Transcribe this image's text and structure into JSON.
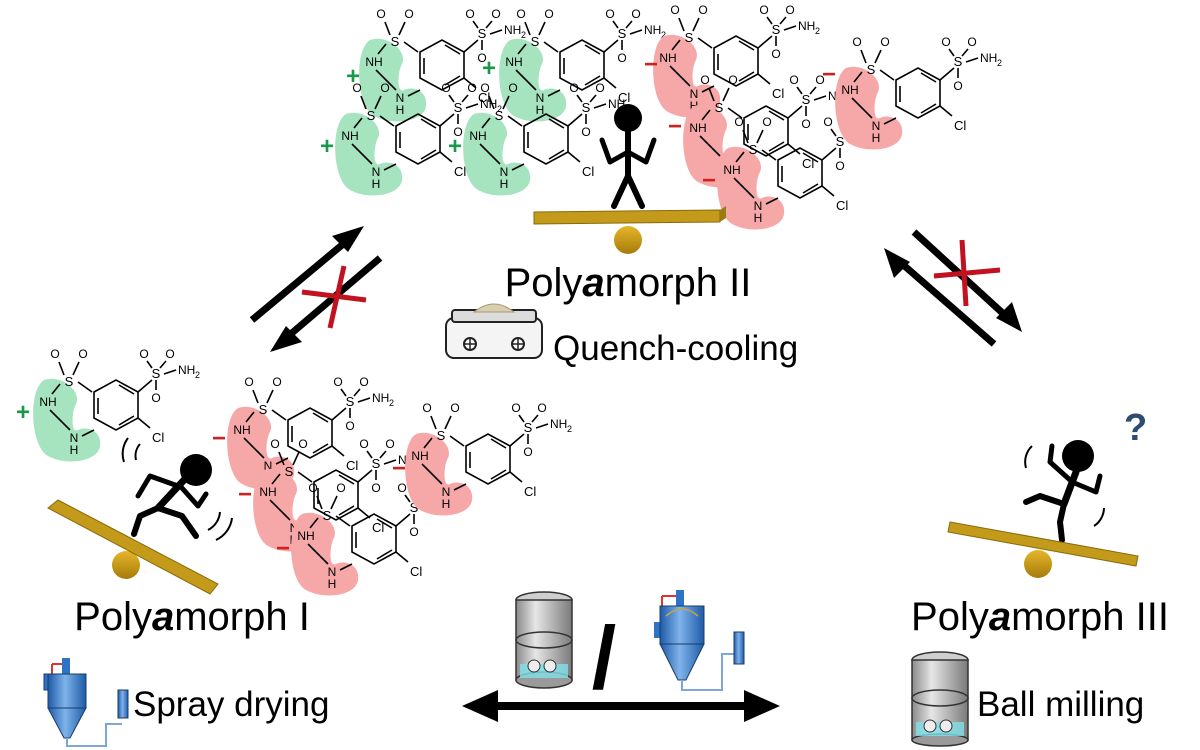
{
  "polyamorphs": {
    "one": {
      "prefix": "Poly",
      "emph": "a",
      "suffix": "morph I",
      "method": "Spray drying"
    },
    "two": {
      "prefix": "Poly",
      "emph": "a",
      "suffix": "morph II",
      "method": "Quench-cooling"
    },
    "three": {
      "prefix": "Poly",
      "emph": "a",
      "suffix": "morph III",
      "method": "Ball milling"
    }
  },
  "atoms": {
    "sulfur": "S",
    "oxygen": "O",
    "amine_nh": "NH",
    "amine_h": "H",
    "amine_n": "N",
    "chlorine": "Cl",
    "sulfonamide_nh2": "NH",
    "subscript_2": "2"
  },
  "signs": {
    "positive": "+",
    "negative": "−"
  },
  "unknown_mark": "?",
  "separator": "/",
  "colors": {
    "positive_highlight": "#a6e3bf",
    "negative_highlight": "#f6a8a8",
    "positive_sign": "#1a9a48",
    "negative_sign": "#cc2222",
    "cross": "#c1121f",
    "seesaw_plank": "#c49a1a",
    "seesaw_pivot": "#d4a215",
    "question_mark": "#2e4d6e",
    "spray_dryer": "#2f74c4"
  },
  "icons": [
    "stick-figure-icon",
    "seesaw-icon",
    "spray-dryer-icon",
    "ball-mill-jar-icon",
    "hot-plate-icon"
  ]
}
